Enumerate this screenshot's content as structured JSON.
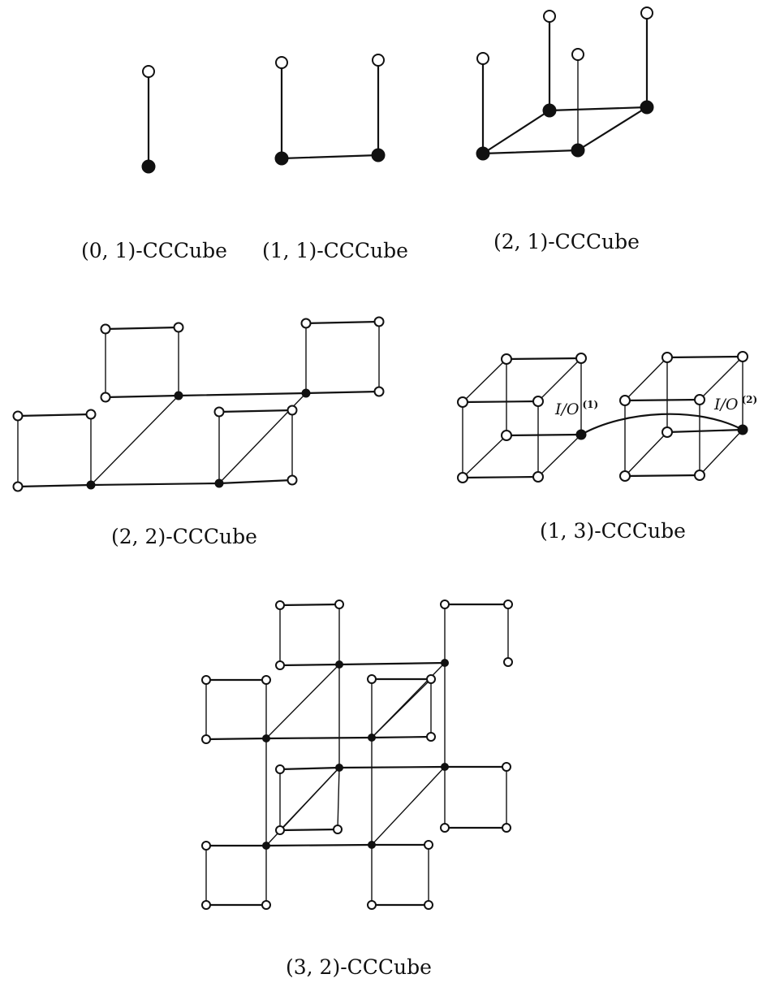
{
  "figures": [
    {
      "label": "(0, 1)-CCCube"
    },
    {
      "label": "(1, 1)-CCCube"
    },
    {
      "label": "(2, 1)-CCCube"
    },
    {
      "label": "(2, 2)-CCCube"
    },
    {
      "label": "(1, 3)-CCCube",
      "io_labels": [
        {
          "base": "I/O",
          "sup": "(1)"
        },
        {
          "base": "I/O",
          "sup": "(2)"
        }
      ]
    },
    {
      "label": "(3, 2)-CCCube"
    }
  ]
}
